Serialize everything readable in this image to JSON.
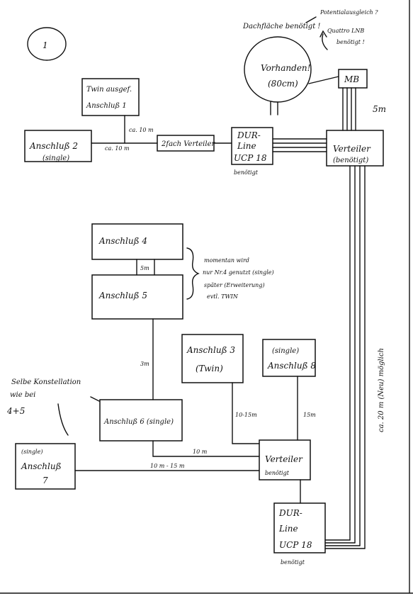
{
  "page_number": "1",
  "boxes": {
    "twin_ausgef": {
      "line1": "Twin ausgef.",
      "line2": "Anschluß 1"
    },
    "anschluss2": {
      "line1": "Anschluß 2",
      "line2": "(single)"
    },
    "zweifach_verteiler": "2fach Verteiler",
    "dur_line_top": {
      "line1": "DUR-",
      "line2": "Line",
      "line3": "UCP 18",
      "note": "benötigt"
    },
    "verteiler_top": {
      "line1": "Verteiler",
      "line2": "(benötigt)"
    },
    "mb": "MB",
    "anschluss4": "Anschluß 4",
    "anschluss5": "Anschluß 5",
    "anschluss3": {
      "line1": "Anschluß 3",
      "line2": "(Twin)"
    },
    "anschluss8": {
      "line1": "(single)",
      "line2": "Anschluß 8"
    },
    "anschluss6": "Anschluß 6 (single)",
    "anschluss7": {
      "line1": "(single)",
      "line2": "Anschluß",
      "line3": "7"
    },
    "verteiler_bottom": {
      "line1": "Verteiler",
      "line2": "benötigt"
    },
    "dur_line_bottom": {
      "line1": "DUR-",
      "line2": "Line",
      "line3": "UCP 18",
      "note": "benötigt"
    }
  },
  "dish": {
    "label": "Vorhanden!",
    "size": "(80cm)"
  },
  "notes": {
    "dish_top": "Dachfläche benötigt !",
    "potential": "Potentialausgleich ?",
    "quattro": "Quattro LNB",
    "quattro_needed": "benötigt !",
    "momentan": [
      "momentan wird",
      "nur Nr.4 genutzt (single)",
      "später (Erweiterung)",
      "evtl. TWIN"
    ],
    "selbe": [
      "Selbe Konstellation",
      "wie bei",
      "4+5"
    ],
    "vertical": "ca. 20 m (Neu) möglich"
  },
  "distances": {
    "ca10m_a": "ca. 10 m",
    "ca10m_b": "ca. 10 m",
    "five_m_top": "5m",
    "five_m_mid": "5m",
    "three_m": "3m",
    "ten15": "10-15m",
    "fifteen": "15m",
    "ten_m": "10 m",
    "ten15_b": "10 m - 15 m"
  }
}
